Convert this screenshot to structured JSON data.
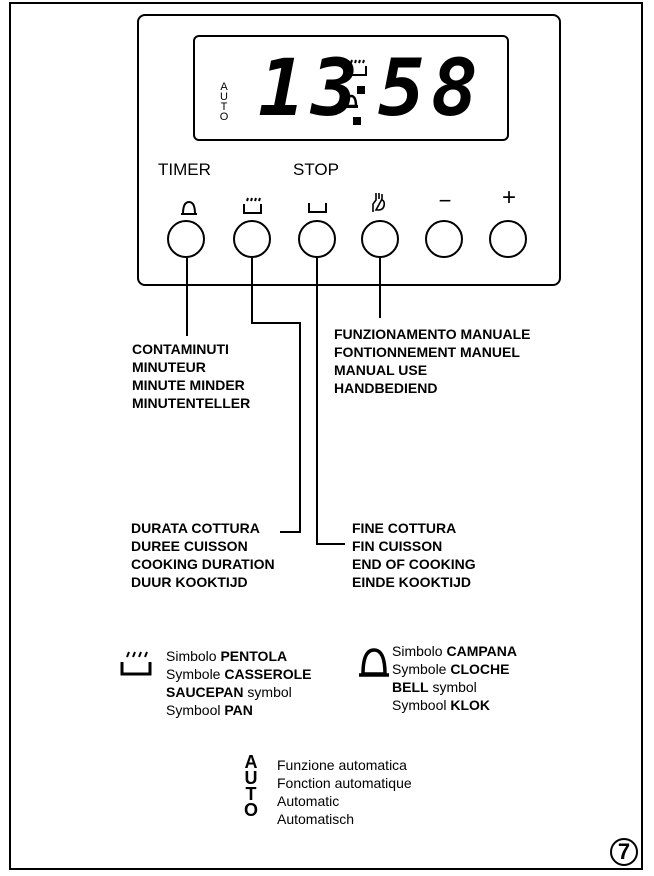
{
  "display": {
    "auto_letters": [
      "A",
      "U",
      "T",
      "O"
    ],
    "hours": "13",
    "minutes": "58"
  },
  "buttons": {
    "timer_label": "TIMER",
    "stop_label": "STOP",
    "minus": "−",
    "plus": "+"
  },
  "callouts": {
    "minute_minder": [
      "CONTAMINUTI",
      "MINUTEUR",
      "MINUTE MINDER",
      "MINUTENTELLER"
    ],
    "manual": [
      "FUNZIONAMENTO MANUALE",
      "FONTIONNEMENT MANUEL",
      "MANUAL USE",
      "HANDBEDIEND"
    ],
    "cooking_duration": [
      "DURATA COTTURA",
      "DUREE CUISSON",
      "COOKING DURATION",
      "DUUR KOOKTIJD"
    ],
    "end_of_cooking": [
      "FINE COTTURA",
      "FIN CUISSON",
      "END OF COOKING",
      "EINDE KOOKTIJD"
    ]
  },
  "legend": {
    "pan": [
      {
        "pre": "Simbolo ",
        "bold": "PENTOLA",
        "post": ""
      },
      {
        "pre": "Symbole ",
        "bold": "CASSEROLE",
        "post": ""
      },
      {
        "pre": "",
        "bold": "SAUCEPAN",
        "post": " symbol"
      },
      {
        "pre": "Symbool ",
        "bold": "PAN",
        "post": ""
      }
    ],
    "bell": [
      {
        "pre": "Simbolo ",
        "bold": "CAMPANA",
        "post": ""
      },
      {
        "pre": "Symbole ",
        "bold": "CLOCHE",
        "post": ""
      },
      {
        "pre": "",
        "bold": "BELL",
        "post": " symbol"
      },
      {
        "pre": "Symbool ",
        "bold": "KLOK",
        "post": ""
      }
    ],
    "auto_letters": [
      "A",
      "U",
      "T",
      "O"
    ],
    "auto": [
      "Funzione automatica",
      "Fonction automatique",
      "Automatic",
      "Automatisch"
    ]
  },
  "page_number": "7"
}
